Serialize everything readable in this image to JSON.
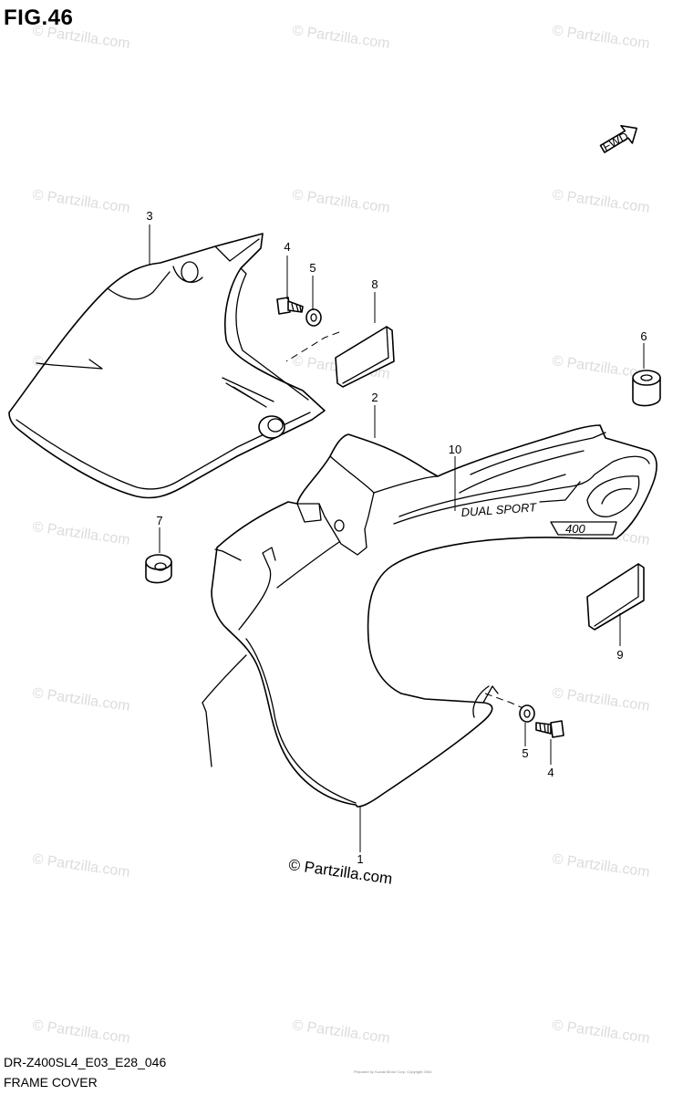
{
  "figure": {
    "title": "FIG.46",
    "model_code": "DR-Z400SL4_E03_E28_046",
    "section_title": "FRAME COVER",
    "fine_print": "Prepared by Suzuki Motor Corp. Copyright 2004"
  },
  "watermark": {
    "main_text": "© Partzilla.com",
    "repeat_text": "© Partzilla.com"
  },
  "direction_indicator": {
    "label": "FWD"
  },
  "callouts": [
    {
      "number": "1"
    },
    {
      "number": "2"
    },
    {
      "number": "3"
    },
    {
      "number": "4"
    },
    {
      "number": "5"
    },
    {
      "number": "6"
    },
    {
      "number": "7"
    },
    {
      "number": "8"
    },
    {
      "number": "9"
    },
    {
      "number": "10"
    },
    {
      "number": "5"
    },
    {
      "number": "4"
    }
  ],
  "decal_text": {
    "line1": "DUAL SPORT",
    "line2": "400"
  },
  "colors": {
    "line": "#000000",
    "watermark": "#dcdcdc",
    "background": "#ffffff"
  }
}
